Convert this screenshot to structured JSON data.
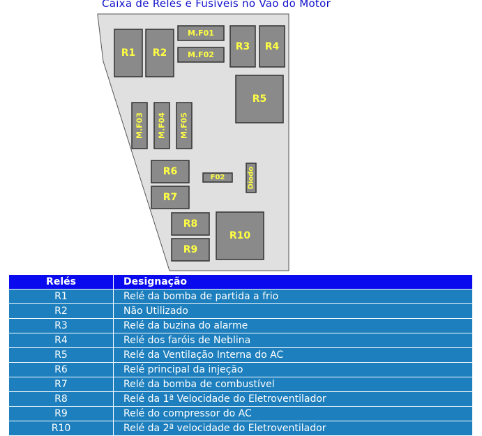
{
  "title": "Caixa de Relés e Fusíveis no Vão do Motor",
  "diagram": {
    "relays": [
      "R1",
      "R2",
      "R3",
      "R4",
      "R5",
      "R6",
      "R7",
      "R8",
      "R9",
      "R10"
    ],
    "fuses": [
      "M.F01",
      "M.F02",
      "M.F03",
      "M.F04",
      "M.F05",
      "F02"
    ],
    "diode": "Diodo"
  },
  "table": {
    "headers": [
      "Relés",
      "Designação"
    ],
    "rows": [
      {
        "relay": "R1",
        "designation": "Relé da bomba de partida a frio"
      },
      {
        "relay": "R2",
        "designation": "Não Utilizado"
      },
      {
        "relay": "R3",
        "designation": "Relé da buzina do alarme"
      },
      {
        "relay": "R4",
        "designation": "Relé dos faróis de Neblina"
      },
      {
        "relay": "R5",
        "designation": "Relé da Ventilação Interna do AC"
      },
      {
        "relay": "R6",
        "designation": "Relé principal da injeção"
      },
      {
        "relay": "R7",
        "designation": "Relé da bomba de combustível"
      },
      {
        "relay": "R8",
        "designation": "Relé da 1ª Velocidade do Eletroventilador"
      },
      {
        "relay": "R9",
        "designation": "Relé do compressor do AC"
      },
      {
        "relay": "R10",
        "designation": "Relé da 2ª velocidade do Eletroventilador"
      }
    ]
  },
  "colors": {
    "title": "#1111cc",
    "box_panel": "#e0e0e0",
    "component": "#8a8a8a",
    "component_label": "#ffff44",
    "table_header": "#0a0aee",
    "table_row": "#1d7fbd"
  }
}
